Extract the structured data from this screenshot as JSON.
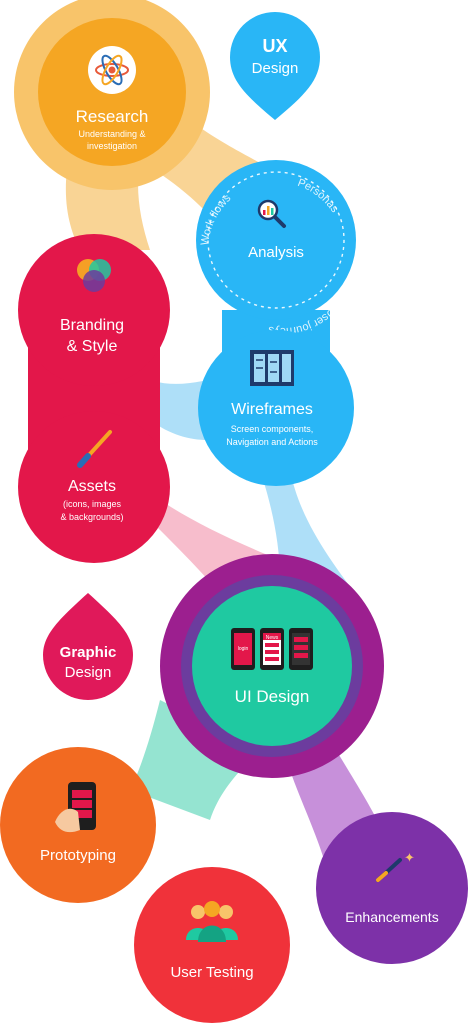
{
  "colors": {
    "research": "#f5a623",
    "research_ring": "#f8c46a",
    "ux_blue": "#29b6f6",
    "branding": "#e3174a",
    "graphic_pink": "#e0195a",
    "ui_purple_outer": "#9c1f8f",
    "ui_purple_mid": "#6c3c9e",
    "ui_teal": "#1fc9a1",
    "prototyping": "#f26a21",
    "user_testing": "#f0323a",
    "enhancements": "#7d31a8"
  },
  "badges": {
    "ux": {
      "line1": "UX",
      "line2": "Design"
    },
    "graphic": {
      "line1": "Graphic",
      "line2": "Design"
    }
  },
  "nodes": {
    "research": {
      "title": "Research",
      "sub1": "Understanding &",
      "sub2": "investigation",
      "icon": "atom-icon"
    },
    "analysis": {
      "title": "Analysis",
      "icon": "magnifier-chart-icon",
      "ring_labels": [
        "Work flows",
        "Personas",
        "User journeys"
      ]
    },
    "branding": {
      "title1": "Branding",
      "title2": "& Style",
      "icon": "color-circles-icon"
    },
    "wireframes": {
      "title": "Wireframes",
      "sub1": "Screen components,",
      "sub2": "Navigation and Actions",
      "icon": "wireframe-icon"
    },
    "assets": {
      "title": "Assets",
      "sub1": "(icons, images",
      "sub2": "& backgrounds)",
      "icon": "paintbrush-icon"
    },
    "ui_design": {
      "title": "UI Design",
      "icon": "phone-screens-icon",
      "screen_labels": [
        "login",
        "News"
      ]
    },
    "prototyping": {
      "title": "Prototyping",
      "icon": "touch-phone-icon"
    },
    "user_testing": {
      "title": "User Testing",
      "icon": "users-icon"
    },
    "enhancements": {
      "title": "Enhancements",
      "icon": "magic-wand-icon"
    }
  }
}
